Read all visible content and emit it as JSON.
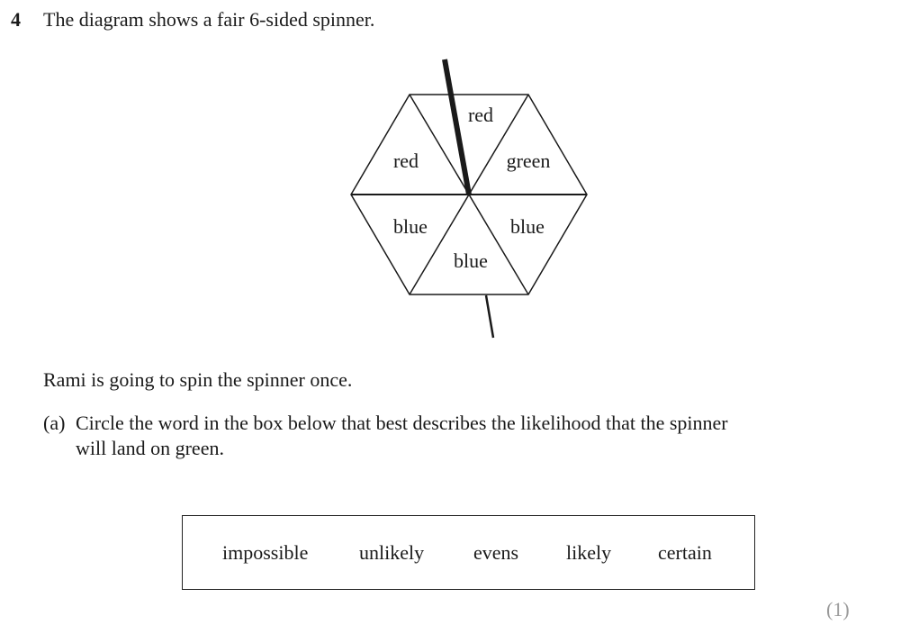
{
  "question": {
    "number": "4",
    "intro": "The diagram shows a fair 6-sided spinner."
  },
  "spinner": {
    "sides": 6,
    "sectors": [
      {
        "position": "top",
        "label": "red"
      },
      {
        "position": "upper-left",
        "label": "red"
      },
      {
        "position": "upper-right",
        "label": "green"
      },
      {
        "position": "lower-left",
        "label": "blue"
      },
      {
        "position": "bottom",
        "label": "blue"
      },
      {
        "position": "lower-right",
        "label": "blue"
      }
    ]
  },
  "scenario": "Rami is going to spin the spinner once.",
  "part_a": {
    "label": "(a)",
    "line1": "Circle the word in the box below that best describes the likelihood that the spinner",
    "line2": "will land on green."
  },
  "word_box": {
    "words": [
      "impossible",
      "unlikely",
      "evens",
      "likely",
      "certain"
    ]
  },
  "marks": "(1)"
}
